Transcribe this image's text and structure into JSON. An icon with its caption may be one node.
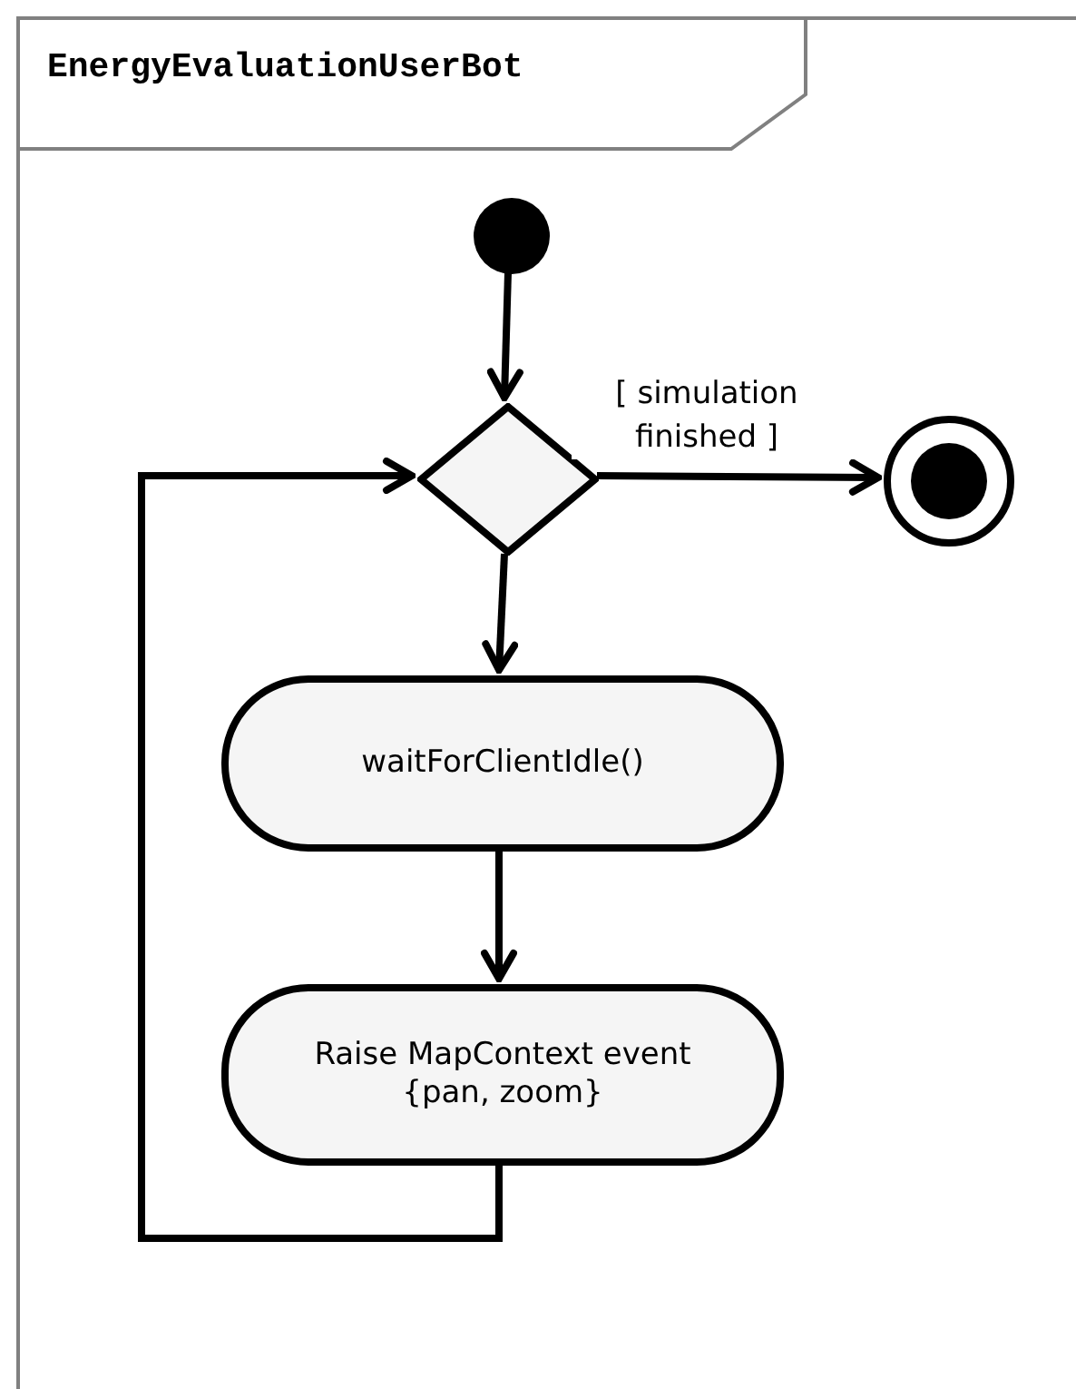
{
  "diagram": {
    "nodes": [
      {
        "text": [
          "EnergyEvaluationUserBot"
        ]
      },
      {
        "text": [],
        "shape": "circle",
        "in": 0
      },
      {
        "text": [],
        "shape": "diamond",
        "in": 0
      },
      {
        "text": [],
        "shape": "circle",
        "in": 0
      },
      {
        "text": [
          "waitForClientIdle()"
        ],
        "in": 0
      },
      {
        "text": [
          "Raise MapContext event {pan, zoom}"
        ],
        "in": 0
      }
    ],
    "edges": [
      {
        "from": 1,
        "to": 2,
        "arrow": "to"
      },
      {
        "from": 2,
        "to": 3,
        "arrow": "to",
        "label": "[ simulation finished ]"
      },
      {
        "from": 2,
        "to": 4,
        "arrow": "to"
      },
      {
        "from": 4,
        "to": 5,
        "arrow": "to"
      },
      {
        "from": 5,
        "to": 2,
        "arrow": "to"
      }
    ]
  }
}
